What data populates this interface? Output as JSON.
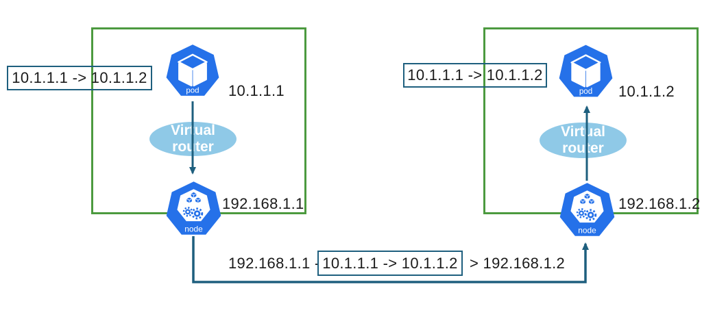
{
  "colors": {
    "kubernetes_blue": "#2571E9",
    "cluster_border": "#4C9A3F",
    "packet_border": "#1E5F7E",
    "router_fill": "#8FC9E7",
    "connector": "#1E5F7E",
    "text_color": "#1a1a1a"
  },
  "left_cluster": {
    "packet_label": "10.1.1.1 -> 10.1.1.2",
    "pod": {
      "label": "pod",
      "ip": "10.1.1.1"
    },
    "router": {
      "line1": "Virtual",
      "line2": "router"
    },
    "node": {
      "label": "node",
      "ip": "192.168.1.1"
    }
  },
  "right_cluster": {
    "packet_label": "10.1.1.1 -> 10.1.1.2",
    "pod": {
      "label": "pod",
      "ip": "10.1.1.2"
    },
    "router": {
      "line1": "Virtual",
      "line2": "router"
    },
    "node": {
      "label": "node",
      "ip": "192.168.1.2"
    }
  },
  "bottom_flow": {
    "prefix": "192.168.1.1 -",
    "packet_label": "10.1.1.1 -> 10.1.1.2",
    "suffix": "> 192.168.1.2"
  }
}
